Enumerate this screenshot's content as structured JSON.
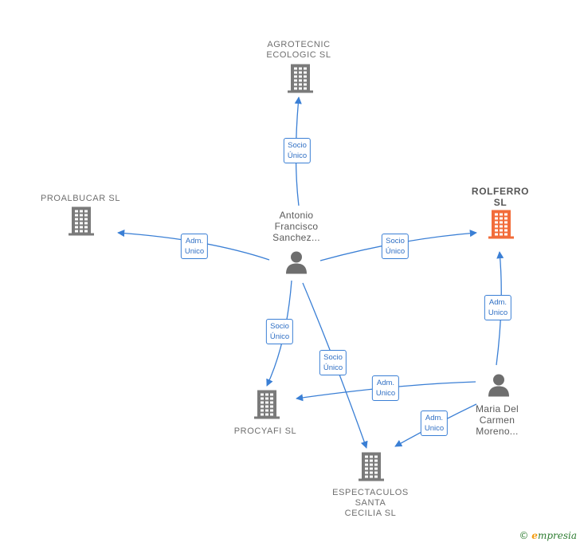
{
  "colors": {
    "edge": "#3a7fd5",
    "company": "#7a7a7a",
    "highlight": "#f26c3a",
    "person": "#6e6e6e"
  },
  "nodes": {
    "agrotecnic": {
      "lines": [
        "AGROTECNIC",
        "ECOLOGIC  SL"
      ],
      "icon": "building-icon"
    },
    "proalbucar": {
      "lines": [
        "PROALBUCAR SL"
      ],
      "icon": "building-icon"
    },
    "rolferro": {
      "lines": [
        "ROLFERRO",
        "SL"
      ],
      "icon": "building-icon"
    },
    "procyafi": {
      "lines": [
        "PROCYAFI  SL"
      ],
      "icon": "building-icon"
    },
    "espectaculos": {
      "lines": [
        "ESPECTACULOS",
        "SANTA",
        "CECILIA  SL"
      ],
      "icon": "building-icon"
    },
    "antonio": {
      "lines": [
        "Antonio",
        "Francisco",
        "Sanchez..."
      ],
      "icon": "person-icon"
    },
    "maria": {
      "lines": [
        "Maria Del",
        "Carmen",
        "Moreno..."
      ],
      "icon": "person-icon"
    }
  },
  "edges": [
    {
      "from": "antonio",
      "to": "agrotecnic",
      "label": [
        "Socio",
        "Único"
      ]
    },
    {
      "from": "antonio",
      "to": "proalbucar",
      "label": [
        "Adm.",
        "Unico"
      ]
    },
    {
      "from": "antonio",
      "to": "rolferro",
      "label": [
        "Socio",
        "Único"
      ]
    },
    {
      "from": "antonio",
      "to": "procyafi",
      "label": [
        "Socio",
        "Único"
      ]
    },
    {
      "from": "antonio",
      "to": "espectaculos",
      "label": [
        "Socio",
        "Único"
      ]
    },
    {
      "from": "maria",
      "to": "rolferro",
      "label": [
        "Adm.",
        "Unico"
      ]
    },
    {
      "from": "maria",
      "to": "procyafi",
      "label": [
        "Adm.",
        "Unico"
      ]
    },
    {
      "from": "maria",
      "to": "espectaculos",
      "label": [
        "Adm.",
        "Unico"
      ]
    }
  ],
  "footer": {
    "copyright": "©",
    "brand_initial": "e",
    "brand_rest": "mpresia"
  }
}
